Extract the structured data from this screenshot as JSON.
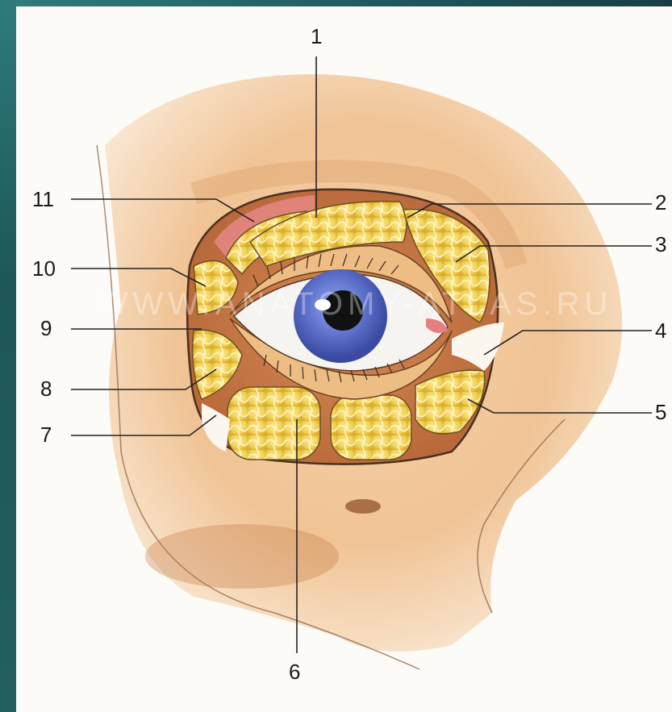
{
  "figure": {
    "watermark": "WWW.ANATOMY-ATLAS.RU",
    "labels": [
      {
        "id": "1",
        "text": "1"
      },
      {
        "id": "2",
        "text": "2"
      },
      {
        "id": "3",
        "text": "3"
      },
      {
        "id": "4",
        "text": "4"
      },
      {
        "id": "5",
        "text": "5"
      },
      {
        "id": "6",
        "text": "6"
      },
      {
        "id": "7",
        "text": "7"
      },
      {
        "id": "8",
        "text": "8"
      },
      {
        "id": "9",
        "text": "9"
      },
      {
        "id": "10",
        "text": "10"
      },
      {
        "id": "11",
        "text": "11"
      }
    ]
  },
  "colors": {
    "background_frame": "#1f5a5a",
    "skin": "#eab37f",
    "fat": "#f2d45a",
    "iris": "#5b6fc9",
    "pupil": "#111111",
    "leader_line": "#222222"
  }
}
